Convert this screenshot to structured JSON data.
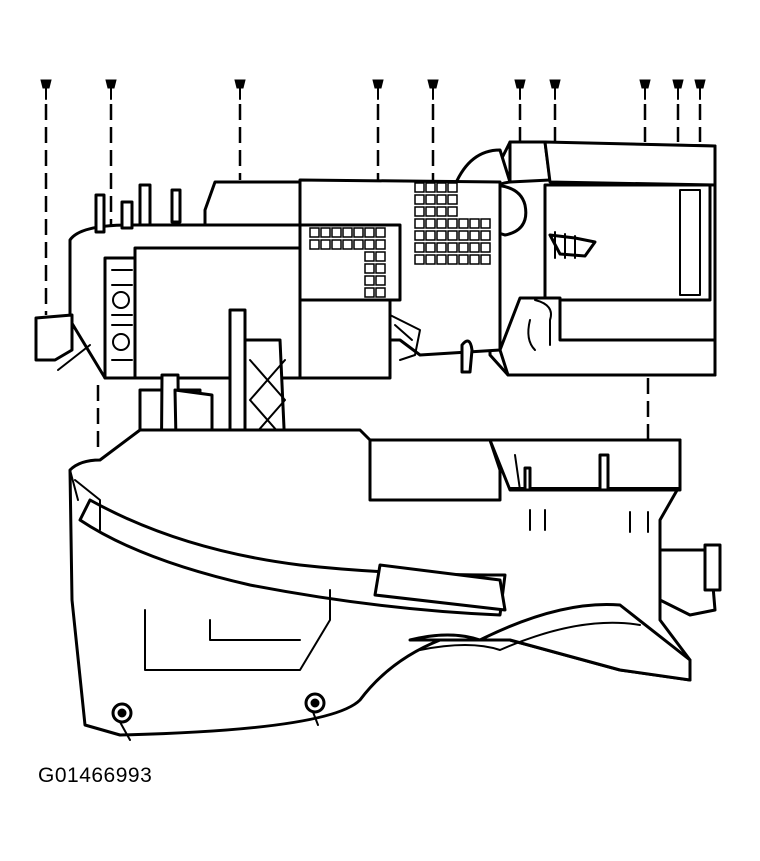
{
  "figure": {
    "id_label": "G01466993",
    "description_icon": "heater-ac-module-exploded-view",
    "parts": {
      "screws": [
        "screw-1",
        "screw-2",
        "screw-3",
        "screw-4",
        "screw-5",
        "screw-6",
        "screw-7",
        "screw-8",
        "screw-9",
        "screw-10"
      ],
      "upper_case": "upper-module-case",
      "lower_case": "lower-module-case",
      "blower": "blower-housing"
    },
    "colors": {
      "line": "#000000",
      "background": "#ffffff"
    }
  }
}
